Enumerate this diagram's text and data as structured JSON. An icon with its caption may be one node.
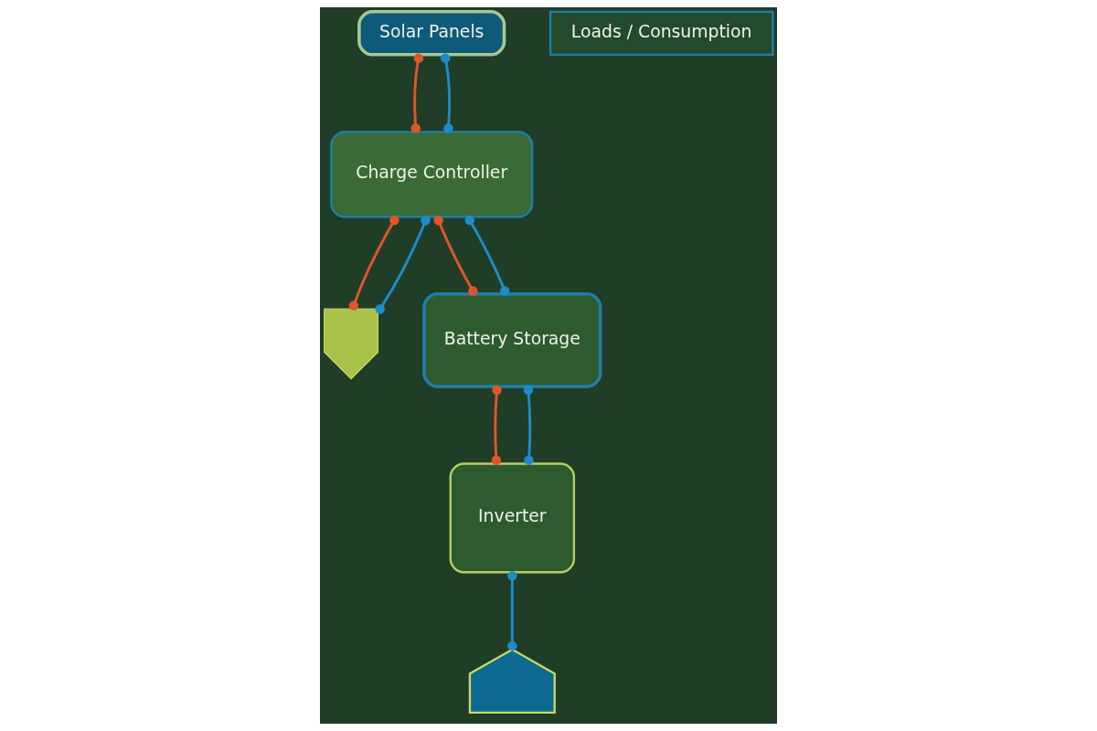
{
  "diagram": {
    "nodes": [
      {
        "text": [
          "Solar Panels"
        ]
      },
      {
        "text": [
          "Charge Controller"
        ]
      },
      {
        "text": [],
        "shape": "bulb"
      },
      {
        "text": [
          "Inverter"
        ]
      },
      {
        "text": [],
        "shape": "house"
      },
      {
        "text": [
          "Battery Storage"
        ]
      },
      {
        "text": [
          "Loads / Consumption"
        ]
      }
    ],
    "edges": [
      {
        "from": 0,
        "to": 1,
        "arrow": "other",
        "color": "#e0552b"
      },
      {
        "from": 0,
        "to": 1,
        "arrow": "other"
      },
      {
        "from": 1,
        "to": 2,
        "arrow": "other",
        "color": "#e0552b"
      },
      {
        "from": 1,
        "to": 2,
        "arrow": "other"
      },
      {
        "from": 1,
        "to": 5,
        "arrow": "other",
        "color": "#e0552b"
      },
      {
        "from": 1,
        "to": 5,
        "arrow": "other"
      },
      {
        "from": 5,
        "to": 3,
        "arrow": "other",
        "color": "#e0552b"
      },
      {
        "from": 5,
        "to": 3,
        "arrow": "other"
      },
      {
        "from": 3,
        "to": 4,
        "arrow": "other"
      }
    ]
  }
}
